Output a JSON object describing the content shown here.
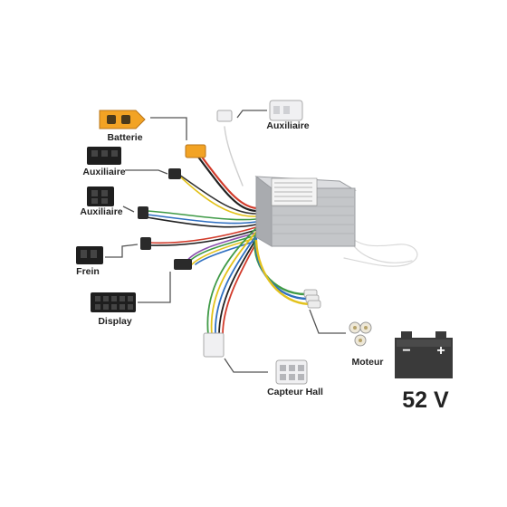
{
  "labels": {
    "battery": "Batterie",
    "aux_top": "Auxiliaire",
    "aux_left1": "Auxiliaire",
    "aux_left2": "Auxiliaire",
    "brake": "Frein",
    "display": "Display",
    "motor": "Moteur",
    "hall_sensor": "Capteur Hall",
    "voltage": "52 V"
  },
  "battery_icon": {
    "minus": "−",
    "plus": "+"
  },
  "colors": {
    "xt60_connector": "#f2a324",
    "connector_black": "#1e1e1e",
    "controller_body": "#c4c6c9",
    "battery_icon": "#3a3a3a",
    "wire_red": "#d23b2b",
    "wire_yellow": "#e3c21c",
    "wire_green": "#3f9a46",
    "wire_blue": "#2f6fc0",
    "wire_purple": "#8a4fae"
  },
  "icons": [
    "xt60-connector-icon",
    "connector-icon",
    "controller-icon",
    "battery-icon",
    "motor-terminal-icon",
    "hall-connector-icon"
  ]
}
